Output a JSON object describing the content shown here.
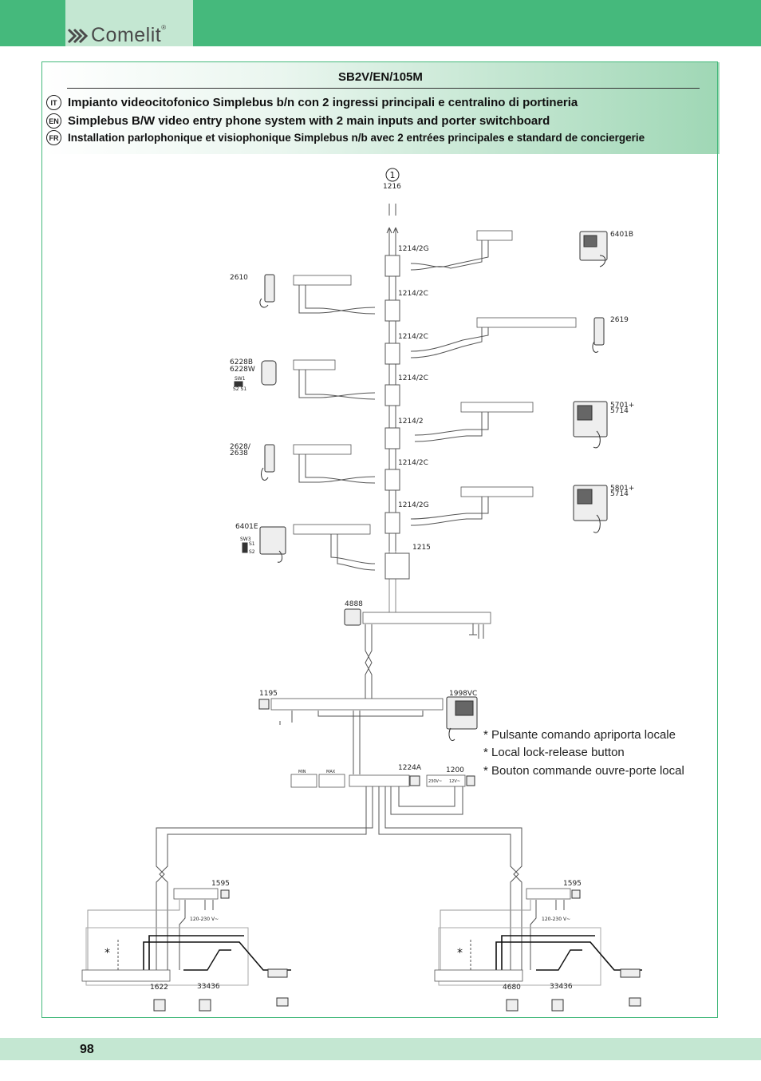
{
  "header": {
    "brand": "Comelit",
    "brand_mark": "®",
    "code": "SB2V/EN/105M"
  },
  "titles": [
    {
      "lang": "IT",
      "text": "Impianto videocitofonico Simplebus b/n con 2 ingressi principali e centralino di portineria"
    },
    {
      "lang": "EN",
      "text": "Simplebus B/W video entry phone system with 2 main inputs and porter switchboard"
    },
    {
      "lang": "FR",
      "text": "Installation parlophonique et visiophonique Simplebus n/b avec 2 entrées principales e standard de conciergerie"
    }
  ],
  "notes": [
    "* Pulsante comando apriporta locale",
    "* Local lock-release button",
    "* Bouton commande ouvre-porte local"
  ],
  "diagram": {
    "riser_number": "1",
    "labels": {
      "top": "1216",
      "d1": "1214/2G",
      "d2": "1214/2C",
      "d3": "1214/2C",
      "d4": "1214/2C",
      "d5": "1214/2",
      "d6": "1214/2C",
      "d7": "1214/2G",
      "d8": "1215",
      "monitor_6401b": "6401B",
      "phone_2610": "2610",
      "phone_2619": "2619",
      "monitor_6228": "6228B",
      "monitor_6228w": "6228W",
      "sw1": "SW1",
      "s2s1": "S2  S1",
      "monitor_5701": "5701+",
      "monitor_5701b": "5714",
      "phone_2628": "2628/",
      "phone_2638": "2638",
      "monitor_5801": "5801+",
      "monitor_5801b": "5714",
      "monitor_6401e": "6401E",
      "sw3": "SW3",
      "s1": "S1",
      "s2": "S2",
      "unit_4888": "4888",
      "unit_1195": "1195",
      "unit_1998": "1998VC",
      "unit_1224": "1224A",
      "unit_1200": "1200",
      "psu_1595_left": "1595",
      "psu_1595_right": "1595",
      "mains_left": "120-230 V~",
      "mains_right": "120-230 V~",
      "panel_1622": "1622",
      "panel_4680": "4680",
      "unit_33436_left": "33436",
      "unit_33436_right": "33436",
      "min": "MIN",
      "max": "MAX",
      "v230": "230V~",
      "v12": "12V~"
    }
  },
  "footer": {
    "page": "98"
  },
  "colors": {
    "brand_green": "#45b97c",
    "light_green": "#c4e7d2"
  }
}
